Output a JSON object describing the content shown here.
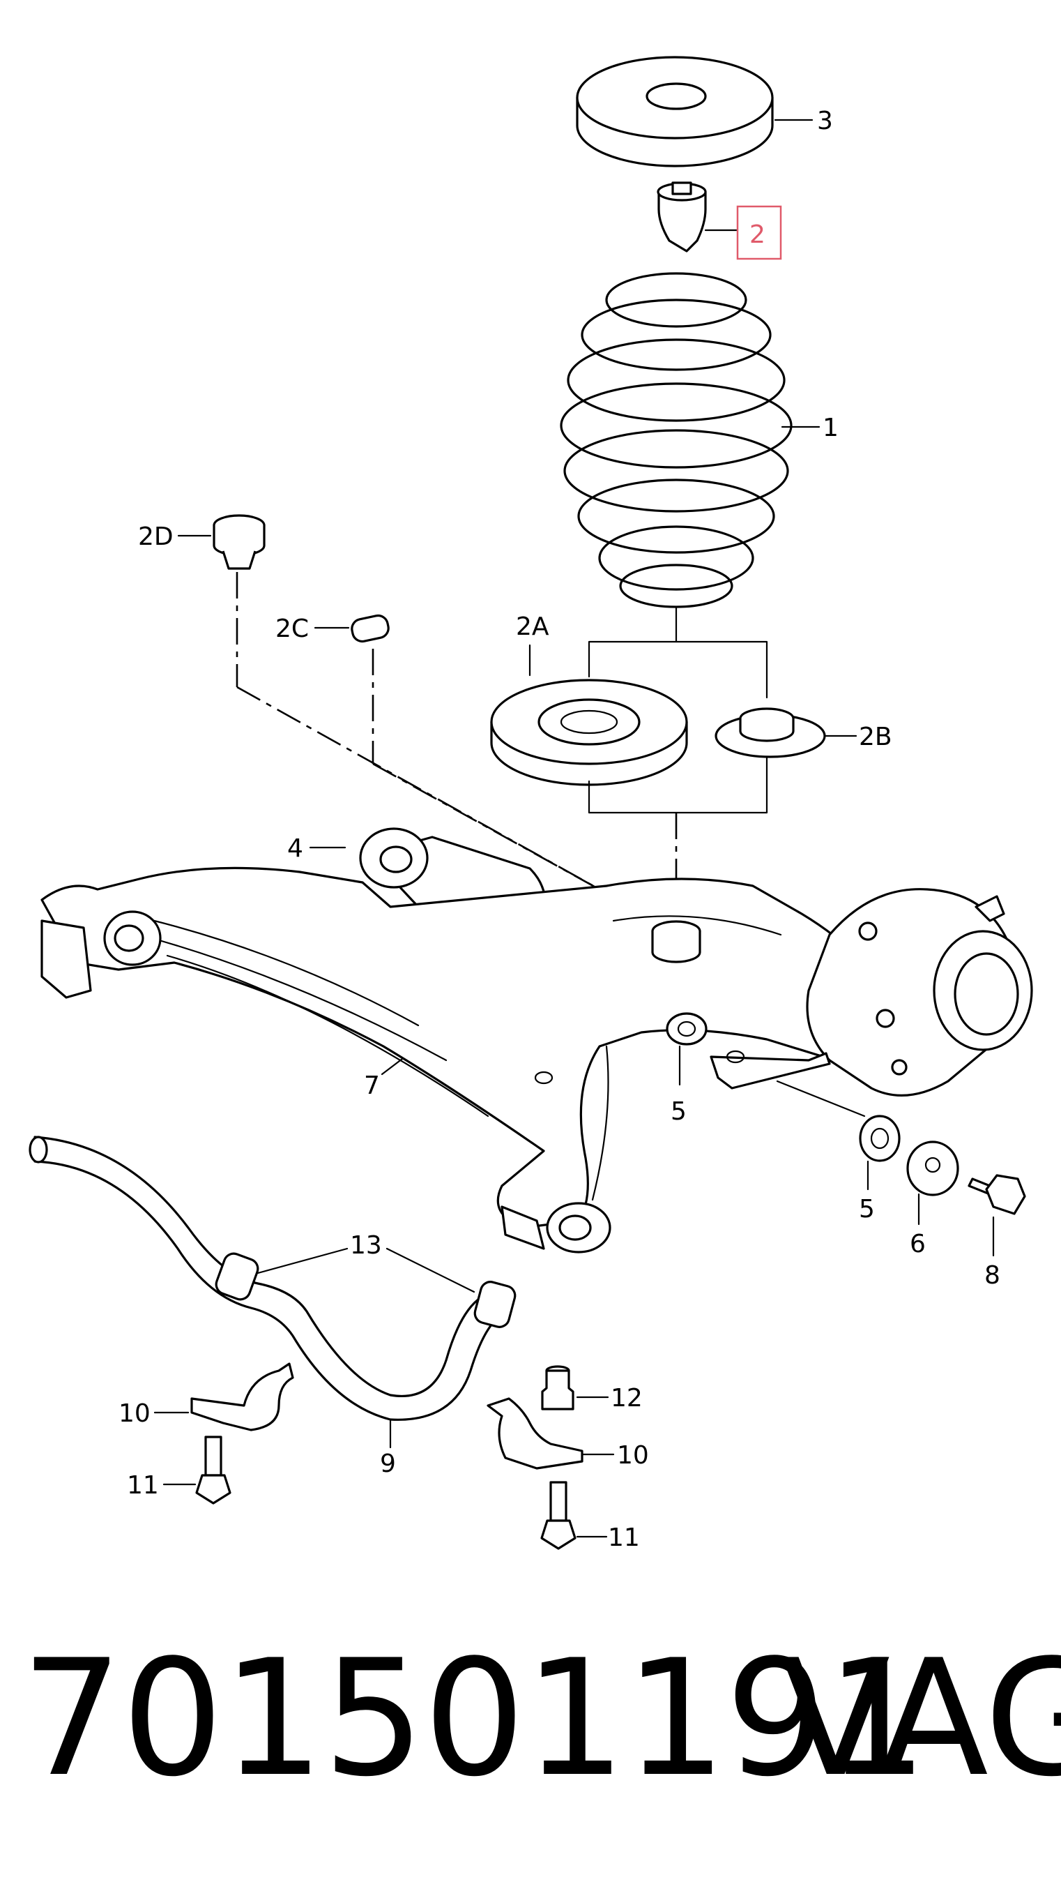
{
  "diagram": {
    "labels": {
      "l1": "1",
      "l2": "2",
      "l2a": "2A",
      "l2b": "2B",
      "l2c": "2C",
      "l2d": "2D",
      "l3": "3",
      "l4": "4",
      "l5a": "5",
      "l5b": "5",
      "l6": "6",
      "l7": "7",
      "l8": "8",
      "l9": "9",
      "l10a": "10",
      "l10b": "10",
      "l11a": "11",
      "l11b": "11",
      "l12": "12",
      "l13": "13"
    },
    "highlight_color": "#e05a6a"
  },
  "footer": {
    "part_number": "701501191",
    "brand": "VAG"
  }
}
